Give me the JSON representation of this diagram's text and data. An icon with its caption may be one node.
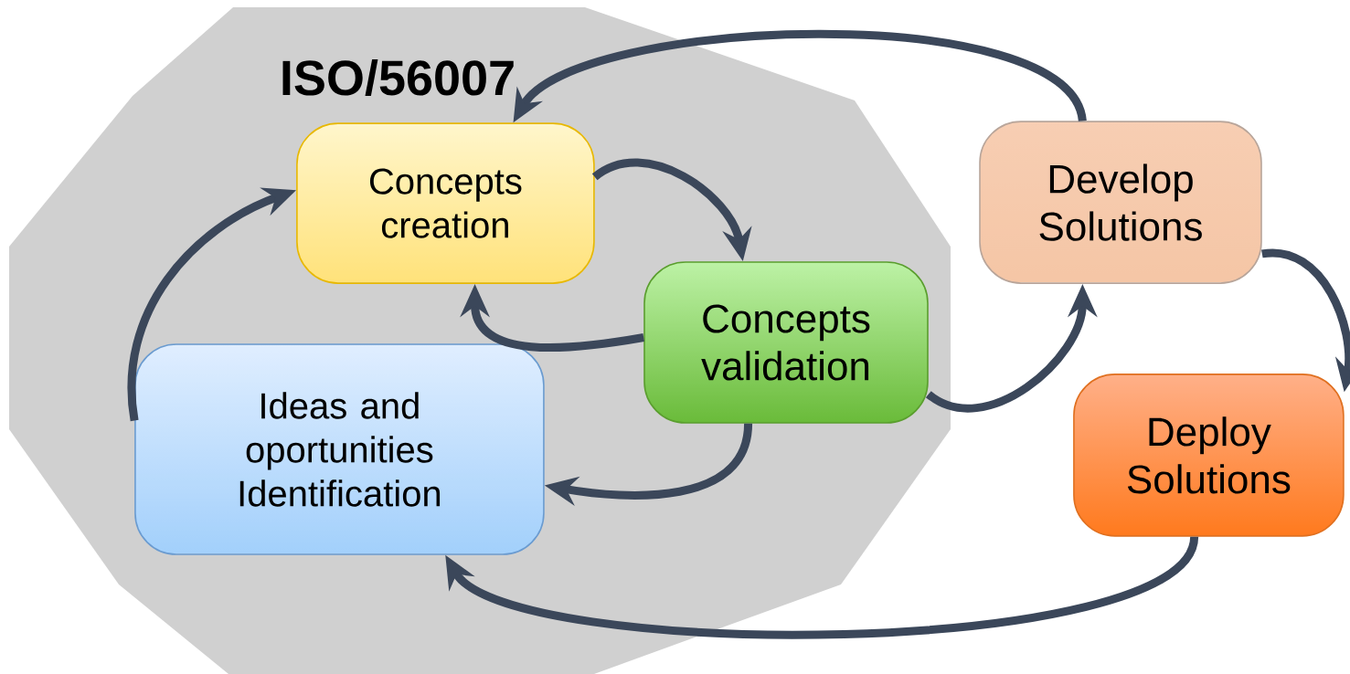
{
  "diagram": {
    "nodes": [
      {
        "text": [
          "ISO/56007"
        ]
      },
      {
        "text": [
          "Concepts creation"
        ],
        "in": 0
      },
      {
        "text": [
          "Concepts validation"
        ],
        "in": 0
      },
      {
        "text": [
          "Ideas and oportunities Identification"
        ],
        "in": 0
      },
      {
        "text": [
          "Develop Solutions"
        ]
      },
      {
        "text": [
          "Deploy Solutions"
        ]
      }
    ],
    "edges": [
      {
        "from": 3,
        "to": 1,
        "arrow": "to"
      },
      {
        "from": 1,
        "to": 2,
        "arrow": "to"
      },
      {
        "from": 2,
        "to": 1,
        "arrow": "to"
      },
      {
        "from": 2,
        "to": 3,
        "arrow": "to"
      },
      {
        "from": 2,
        "to": 4,
        "arrow": "to"
      },
      {
        "from": 4,
        "to": 1,
        "arrow": "to"
      },
      {
        "from": 4,
        "to": 5,
        "arrow": "to"
      },
      {
        "from": 5,
        "to": 3,
        "arrow": "to"
      }
    ]
  }
}
